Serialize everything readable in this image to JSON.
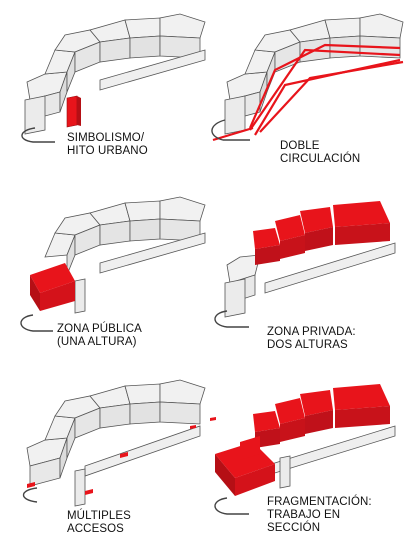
{
  "panels": [
    {
      "id": "simbolismo",
      "caption": [
        "SIMBOLISMO/",
        "HITO URBANO"
      ],
      "highlight": "tower"
    },
    {
      "id": "doble",
      "caption": [
        "DOBLE",
        "CIRCULACIÓN"
      ],
      "highlight": "ramps"
    },
    {
      "id": "publica",
      "caption": [
        "ZONA PÚBLICA",
        "(UNA ALTURA)"
      ],
      "highlight": "lower-block"
    },
    {
      "id": "privada",
      "caption": [
        "ZONA PRIVADA:",
        "DOS ALTURAS"
      ],
      "highlight": "upper-blocks"
    },
    {
      "id": "accesos",
      "caption": [
        "MÚLTIPLES",
        "ACCESOS"
      ],
      "highlight": "access-markers"
    },
    {
      "id": "fragmentacion",
      "caption": [
        "FRAGMENTACIÓN:",
        "TRABAJO EN",
        "SECCIÓN"
      ],
      "highlight": "sections"
    }
  ],
  "colors": {
    "highlight": "#e8141b",
    "building": "#f1f1f1",
    "stroke": "#555555"
  }
}
